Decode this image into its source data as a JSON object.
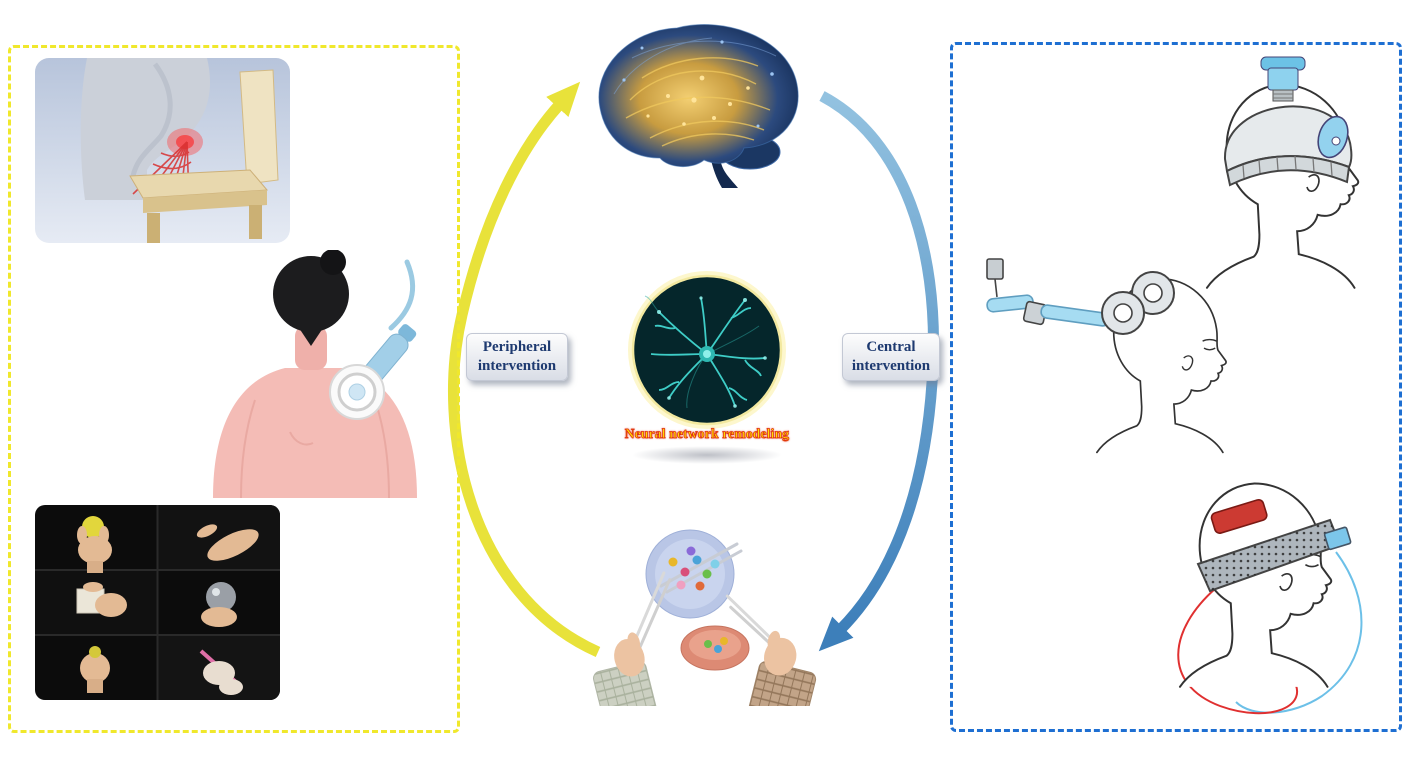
{
  "left_panel": {
    "name": "peripheral-interventions-panel",
    "border_color": "#f0e82c",
    "illustrations": [
      {
        "name": "seated-pressure-stimulation-illustration"
      },
      {
        "name": "shoulder-device-therapy-illustration"
      },
      {
        "name": "hand-grasp-task-photo-grid"
      }
    ]
  },
  "center": {
    "brain_image_name": "brain-connectome-image",
    "hub_image_name": "neuron-network-photo",
    "hub_caption": {
      "text": "Neural network remodeling",
      "fill_color": "#ffdf00",
      "stroke_color": "#e0300e"
    },
    "task_image_name": "chopsticks-bead-task-image"
  },
  "arrows": {
    "peripheral": {
      "line1": "Peripheral",
      "line2": "intervention",
      "color": "#e8e23a"
    },
    "central": {
      "line1": "Central",
      "line2": "intervention",
      "color": "#4d8cc0"
    }
  },
  "right_panel": {
    "name": "central-interventions-panel",
    "border_color": "#1e6fd2",
    "illustrations": [
      {
        "name": "helmet-stimulator-line-drawing"
      },
      {
        "name": "tms-coil-line-drawing"
      },
      {
        "name": "electrode-headband-line-drawing"
      }
    ]
  }
}
